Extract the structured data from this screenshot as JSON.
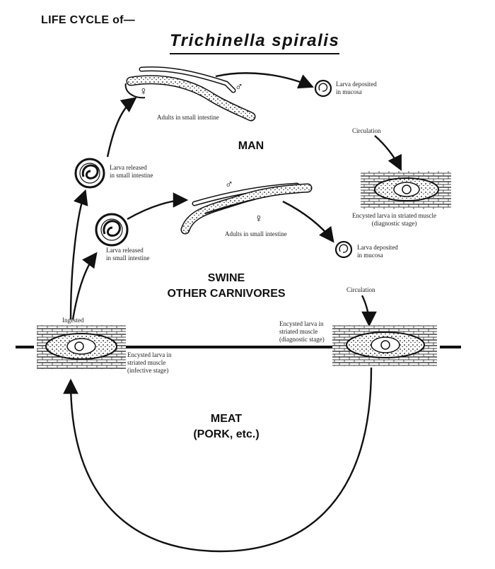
{
  "header": {
    "label": "LIFE CYCLE of—",
    "title": "Trichinella spiralis"
  },
  "hosts": {
    "man": "MAN",
    "swine": [
      "SWINE",
      "OTHER CARNIVORES"
    ],
    "meat": [
      "MEAT",
      "(PORK, etc.)"
    ]
  },
  "captions": {
    "adults_man": "Adults in small intestine",
    "larva_deposited_man": "Larva deposited\nin mucosa",
    "circulation_man": "Circulation",
    "encysted_man": "Encysted larva in striated muscle\n(diagnostic stage)",
    "larva_released_man": "Larva released\nin small intestine",
    "adults_swine": "Adults in small intestine",
    "larva_released_swine": "Larva released\nin small intestine",
    "larva_deposited_swine": "Larva deposited\nin mucosa",
    "circulation_swine": "Circulation",
    "ingested": "Ingested",
    "encysted_infective": "Encysted larva in\nstriated muscle\n(infective stage)",
    "encysted_diagnostic_swine": "Encysted larva in\nstriated muscle\n(diagnostic stage)"
  },
  "symbols": {
    "male": "♂",
    "female": "♀"
  }
}
